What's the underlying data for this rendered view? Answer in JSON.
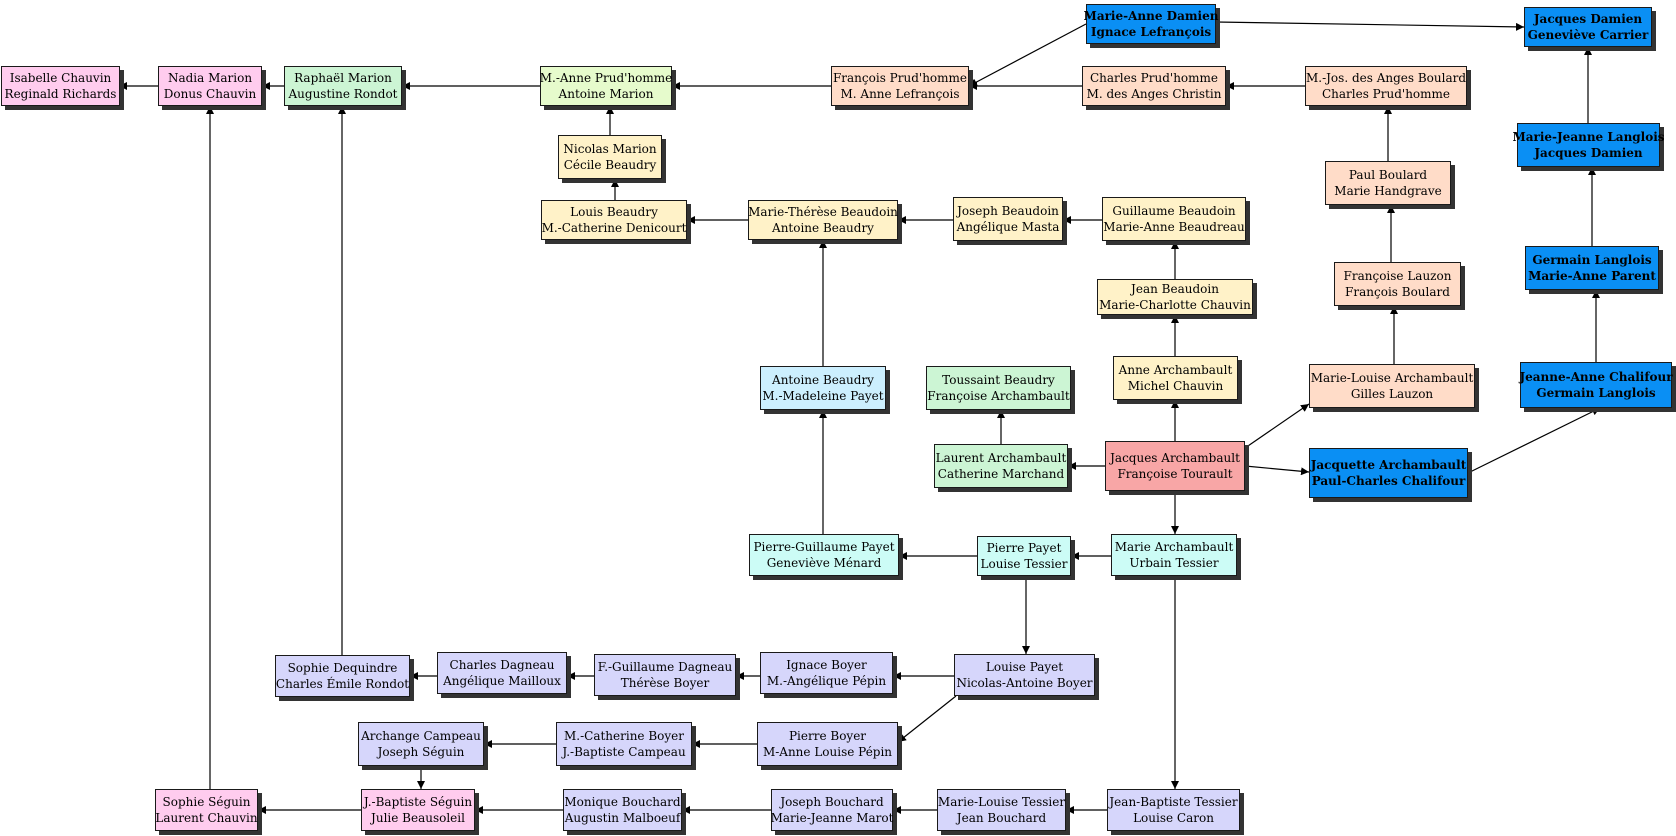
{
  "palette": {
    "pink": "#ffccee",
    "green": "#ccf5d4",
    "lime": "#e6fbcc",
    "peach": "#ffdcc8",
    "yellow": "#fff2c8",
    "cyan": "#ccfcf6",
    "lightblue": "#cceffe",
    "lavender": "#d6d6fb",
    "blue": "#0a8ff4",
    "red": "#f8a6a6",
    "edge": "#000000"
  },
  "nodes": [
    {
      "id": "isabelle",
      "line1": "Isabelle Chauvin",
      "line2": "Reginald Richards",
      "color": "pink"
    },
    {
      "id": "nadia",
      "line1": "Nadia Marion",
      "line2": "Donus Chauvin",
      "color": "pink"
    },
    {
      "id": "raphael",
      "line1": "Raphaël Marion",
      "line2": "Augustine Rondot",
      "color": "green"
    },
    {
      "id": "manne",
      "line1": "M.-Anne Prud'homme",
      "line2": "Antoine Marion",
      "color": "lime"
    },
    {
      "id": "francois",
      "line1": "François Prud'homme",
      "line2": "M. Anne Lefrançois",
      "color": "peach"
    },
    {
      "id": "mariedamien",
      "line1": "Marie-Anne Damien",
      "line2": "Ignace Lefrançois",
      "color": "blue"
    },
    {
      "id": "jacquesdamien",
      "line1": "Jacques Damien",
      "line2": "Geneviève Carrier",
      "color": "blue"
    },
    {
      "id": "charles",
      "line1": "Charles Prud'homme",
      "line2": "M. des Anges Christin",
      "color": "peach"
    },
    {
      "id": "mjos",
      "line1": "M.-Jos. des Anges Boulard",
      "line2": "Charles Prud'homme",
      "color": "peach"
    },
    {
      "id": "mjeanne",
      "line1": "Marie-Jeanne Langlois",
      "line2": "Jacques Damien",
      "color": "blue"
    },
    {
      "id": "nicolas",
      "line1": "Nicolas Marion",
      "line2": "Cécile Beaudry",
      "color": "yellow"
    },
    {
      "id": "paul",
      "line1": "Paul Boulard",
      "line2": "Marie Handgrave",
      "color": "peach"
    },
    {
      "id": "louisb",
      "line1": "Louis Beaudry",
      "line2": "M.-Catherine Denicourt",
      "color": "yellow"
    },
    {
      "id": "mtherese",
      "line1": "Marie-Thérèse Beaudoin",
      "line2": "Antoine Beaudry",
      "color": "yellow"
    },
    {
      "id": "joseph",
      "line1": "Joseph Beaudoin",
      "line2": "Angélique Masta",
      "color": "yellow"
    },
    {
      "id": "guillaume",
      "line1": "Guillaume Beaudoin",
      "line2": "Marie-Anne Beaudreau",
      "color": "yellow"
    },
    {
      "id": "germain",
      "line1": "Germain Langlois",
      "line2": "Marie-Anne Parent",
      "color": "blue"
    },
    {
      "id": "francoisel",
      "line1": "Françoise Lauzon",
      "line2": "François Boulard",
      "color": "peach"
    },
    {
      "id": "jeanb",
      "line1": "Jean Beaudoin",
      "line2": "Marie-Charlotte Chauvin",
      "color": "yellow"
    },
    {
      "id": "annea",
      "line1": "Anne Archambault",
      "line2": "Michel Chauvin",
      "color": "yellow"
    },
    {
      "id": "antoineb",
      "line1": "Antoine Beaudry",
      "line2": "M.-Madeleine Payet",
      "color": "lightblue"
    },
    {
      "id": "toussaint",
      "line1": "Toussaint Beaudry",
      "line2": "Françoise Archambault",
      "color": "green"
    },
    {
      "id": "mlouisea",
      "line1": "Marie-Louise Archambault",
      "line2": "Gilles Lauzon",
      "color": "peach"
    },
    {
      "id": "jeanne",
      "line1": "Jeanne-Anne Chalifour",
      "line2": "Germain Langlois",
      "color": "blue"
    },
    {
      "id": "laurent",
      "line1": "Laurent Archambault",
      "line2": "Catherine Marchand",
      "color": "green"
    },
    {
      "id": "jacquesa",
      "line1": "Jacques Archambault",
      "line2": "Françoise Tourault",
      "color": "red"
    },
    {
      "id": "jacquette",
      "line1": "Jacquette Archambault",
      "line2": "Paul-Charles Chalifour",
      "color": "blue"
    },
    {
      "id": "pguillaume",
      "line1": "Pierre-Guillaume Payet",
      "line2": "Geneviève Ménard",
      "color": "cyan"
    },
    {
      "id": "pierrep",
      "line1": "Pierre Payet",
      "line2": "Louise Tessier",
      "color": "cyan"
    },
    {
      "id": "mariea",
      "line1": "Marie Archambault",
      "line2": "Urbain Tessier",
      "color": "cyan"
    },
    {
      "id": "sophied",
      "line1": "Sophie Dequindre",
      "line2": "Charles Émile Rondot",
      "color": "lavender"
    },
    {
      "id": "charlesd",
      "line1": "Charles Dagneau",
      "line2": "Angélique Mailloux",
      "color": "lavender"
    },
    {
      "id": "fguillaume",
      "line1": "F.-Guillaume Dagneau",
      "line2": "Thérèse Boyer",
      "color": "lavender"
    },
    {
      "id": "ignace",
      "line1": "Ignace Boyer",
      "line2": "M.-Angélique Pépin",
      "color": "lavender"
    },
    {
      "id": "louisep",
      "line1": "Louise Payet",
      "line2": "Nicolas-Antoine Boyer",
      "color": "lavender"
    },
    {
      "id": "archange",
      "line1": "Archange Campeau",
      "line2": "Joseph Séguin",
      "color": "lavender"
    },
    {
      "id": "mcatherine",
      "line1": "M.-Catherine Boyer",
      "line2": "J.-Baptiste Campeau",
      "color": "lavender"
    },
    {
      "id": "pierreb",
      "line1": "Pierre Boyer",
      "line2": "M-Anne Louise Pépin",
      "color": "lavender"
    },
    {
      "id": "sophies",
      "line1": "Sophie Séguin",
      "line2": "Laurent Chauvin",
      "color": "pink"
    },
    {
      "id": "jbaptiste",
      "line1": "J.-Baptiste Séguin",
      "line2": "Julie Beausoleil",
      "color": "pink"
    },
    {
      "id": "monique",
      "line1": "Monique Bouchard",
      "line2": "Augustin Malboeuf",
      "color": "lavender"
    },
    {
      "id": "josephb",
      "line1": "Joseph Bouchard",
      "line2": "Marie-Jeanne Marot",
      "color": "lavender"
    },
    {
      "id": "mlouiset",
      "line1": "Marie-Louise Tessier",
      "line2": "Jean Bouchard",
      "color": "lavender"
    },
    {
      "id": "jbtessier",
      "line1": "Jean-Baptiste Tessier",
      "line2": "Louise Caron",
      "color": "lavender"
    }
  ]
}
